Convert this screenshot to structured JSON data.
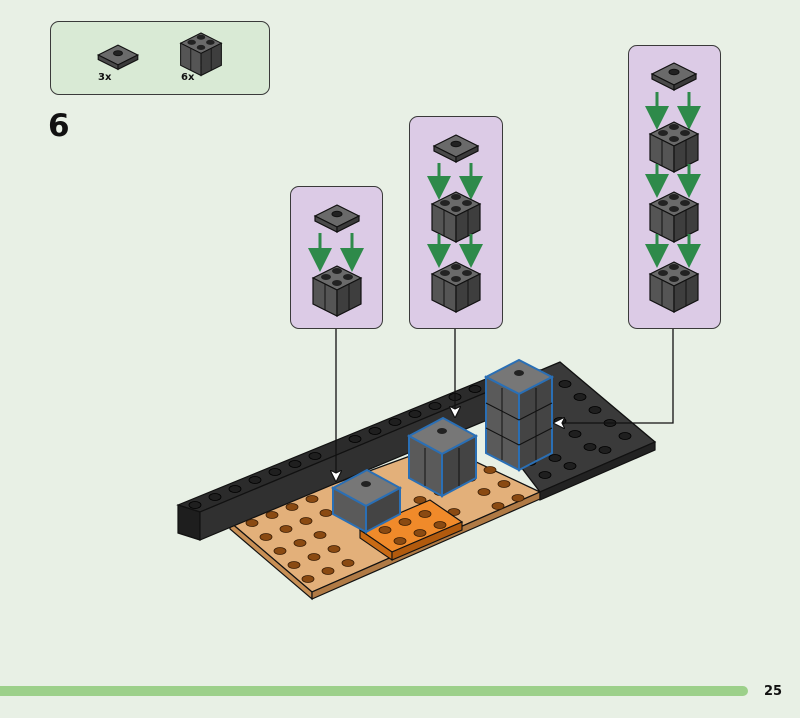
{
  "step": {
    "number": "6"
  },
  "parts": [
    {
      "name": "dark-gray-plate-1x1-with-stud",
      "qty": "3x"
    },
    {
      "name": "dark-gray-brick-2x2-with-flutes",
      "qty": "6x"
    }
  ],
  "subassemblies": [
    {
      "name": "subassembly-short",
      "layers": 1
    },
    {
      "name": "subassembly-medium",
      "layers": 2
    },
    {
      "name": "subassembly-tall",
      "layers": 3
    }
  ],
  "colors": {
    "background": "#e8f0e5",
    "parts_box": "#d9ead5",
    "subassembly_box": "#dccbe6",
    "arrow": "#2e8a4a",
    "brick_dark_gray": "#5f5f5f",
    "plate_black": "#2b2b2b",
    "plate_orange": "#f08a2a",
    "plate_tan": "#e3b07a",
    "highlight": "#2a6fb5",
    "footer_bar": "#9cd08a"
  },
  "footer": {
    "page_number": "25"
  }
}
